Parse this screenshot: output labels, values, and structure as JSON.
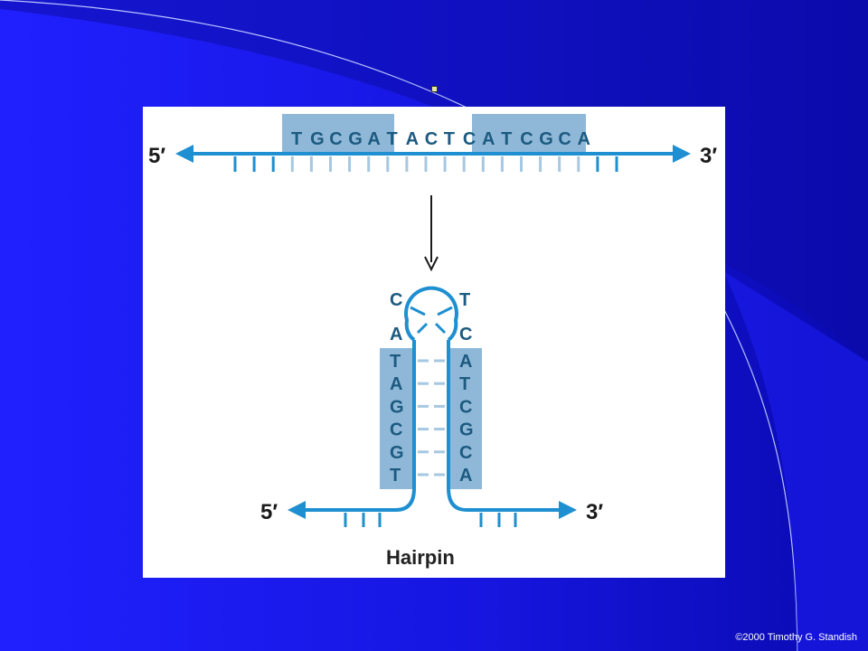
{
  "slide": {
    "copyright": "©2000 Timothy G. Standish"
  },
  "figure": {
    "top_strand": {
      "left_end": "5′",
      "right_end": "3′",
      "sequence": [
        "T",
        "G",
        "C",
        "G",
        "A",
        "T",
        "A",
        "C",
        "T",
        "C",
        "A",
        "T",
        "C",
        "G",
        "C",
        "A"
      ]
    },
    "hairpin": {
      "left_stem": [
        "T",
        "A",
        "G",
        "C",
        "G",
        "T"
      ],
      "right_stem": [
        "A",
        "T",
        "C",
        "G",
        "C",
        "A"
      ],
      "loop_left": [
        "C",
        "A"
      ],
      "loop_right": [
        "T",
        "C"
      ],
      "left_end": "5′",
      "right_end": "3′",
      "caption": "Hairpin"
    },
    "colors": {
      "strand": "#1e8fd0",
      "highlight": "#8fb8d8",
      "letters": "#1c5a80",
      "pair_ticks": "#a6c8e2"
    }
  }
}
